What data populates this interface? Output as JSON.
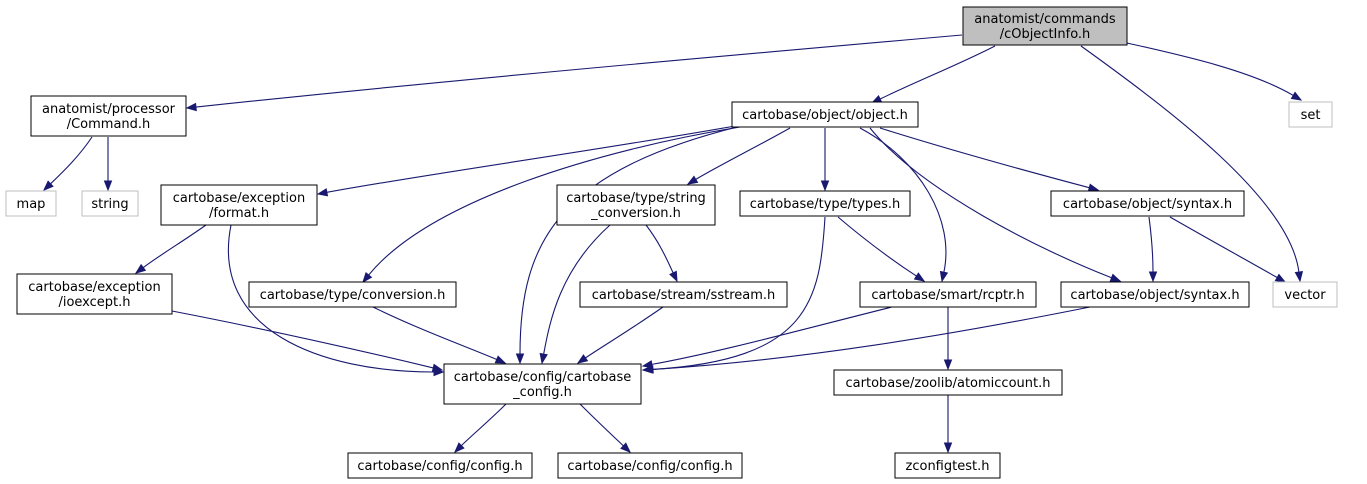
{
  "graph": {
    "nodes": [
      {
        "id": "root",
        "lines": [
          "anatomist/commands",
          "/cObjectInfo.h"
        ],
        "kind": "root"
      },
      {
        "id": "command",
        "lines": [
          "anatomist/processor",
          "/Command.h"
        ],
        "kind": "normal"
      },
      {
        "id": "object",
        "lines": [
          "cartobase/object/object.h"
        ],
        "kind": "normal"
      },
      {
        "id": "set",
        "lines": [
          "set"
        ],
        "kind": "external"
      },
      {
        "id": "map",
        "lines": [
          "map"
        ],
        "kind": "external"
      },
      {
        "id": "string",
        "lines": [
          "string"
        ],
        "kind": "external"
      },
      {
        "id": "format",
        "lines": [
          "cartobase/exception",
          "/format.h"
        ],
        "kind": "normal"
      },
      {
        "id": "strconv",
        "lines": [
          "cartobase/type/string",
          "_conversion.h"
        ],
        "kind": "normal"
      },
      {
        "id": "types",
        "lines": [
          "cartobase/type/types.h"
        ],
        "kind": "normal"
      },
      {
        "id": "syntax1",
        "lines": [
          "cartobase/object/syntax.h"
        ],
        "kind": "normal"
      },
      {
        "id": "ioexcept",
        "lines": [
          "cartobase/exception",
          "/ioexcept.h"
        ],
        "kind": "normal"
      },
      {
        "id": "conversion",
        "lines": [
          "cartobase/type/conversion.h"
        ],
        "kind": "normal"
      },
      {
        "id": "sstream",
        "lines": [
          "cartobase/stream/sstream.h"
        ],
        "kind": "normal"
      },
      {
        "id": "rcptr",
        "lines": [
          "cartobase/smart/rcptr.h"
        ],
        "kind": "normal"
      },
      {
        "id": "syntax2",
        "lines": [
          "cartobase/object/syntax.h"
        ],
        "kind": "normal"
      },
      {
        "id": "vector",
        "lines": [
          "vector"
        ],
        "kind": "external"
      },
      {
        "id": "cbconfig",
        "lines": [
          "cartobase/config/cartobase",
          "_config.h"
        ],
        "kind": "normal"
      },
      {
        "id": "atomic",
        "lines": [
          "cartobase/zoolib/atomiccount.h"
        ],
        "kind": "normal"
      },
      {
        "id": "config1",
        "lines": [
          "cartobase/config/config.h"
        ],
        "kind": "normal"
      },
      {
        "id": "config2",
        "lines": [
          "cartobase/config/config.h"
        ],
        "kind": "normal"
      },
      {
        "id": "zconfigtest",
        "lines": [
          "zconfigtest.h"
        ],
        "kind": "normal"
      }
    ],
    "edges": [
      {
        "from": "root",
        "to": "command"
      },
      {
        "from": "root",
        "to": "object"
      },
      {
        "from": "root",
        "to": "set"
      },
      {
        "from": "root",
        "to": "vector"
      },
      {
        "from": "command",
        "to": "map"
      },
      {
        "from": "command",
        "to": "string"
      },
      {
        "from": "object",
        "to": "format"
      },
      {
        "from": "object",
        "to": "conversion"
      },
      {
        "from": "object",
        "to": "cbconfig"
      },
      {
        "from": "object",
        "to": "strconv"
      },
      {
        "from": "object",
        "to": "types"
      },
      {
        "from": "object",
        "to": "rcptr"
      },
      {
        "from": "object",
        "to": "syntax2"
      },
      {
        "from": "object",
        "to": "syntax1"
      },
      {
        "from": "format",
        "to": "ioexcept"
      },
      {
        "from": "format",
        "to": "cbconfig"
      },
      {
        "from": "ioexcept",
        "to": "cbconfig"
      },
      {
        "from": "conversion",
        "to": "cbconfig"
      },
      {
        "from": "strconv",
        "to": "cbconfig"
      },
      {
        "from": "strconv",
        "to": "sstream"
      },
      {
        "from": "sstream",
        "to": "cbconfig"
      },
      {
        "from": "types",
        "to": "cbconfig"
      },
      {
        "from": "types",
        "to": "rcptr"
      },
      {
        "from": "rcptr",
        "to": "cbconfig"
      },
      {
        "from": "rcptr",
        "to": "atomic"
      },
      {
        "from": "syntax1",
        "to": "syntax2"
      },
      {
        "from": "syntax1",
        "to": "vector"
      },
      {
        "from": "syntax2",
        "to": "cbconfig"
      },
      {
        "from": "cbconfig",
        "to": "config1"
      },
      {
        "from": "cbconfig",
        "to": "config2"
      },
      {
        "from": "atomic",
        "to": "zconfigtest"
      }
    ]
  }
}
